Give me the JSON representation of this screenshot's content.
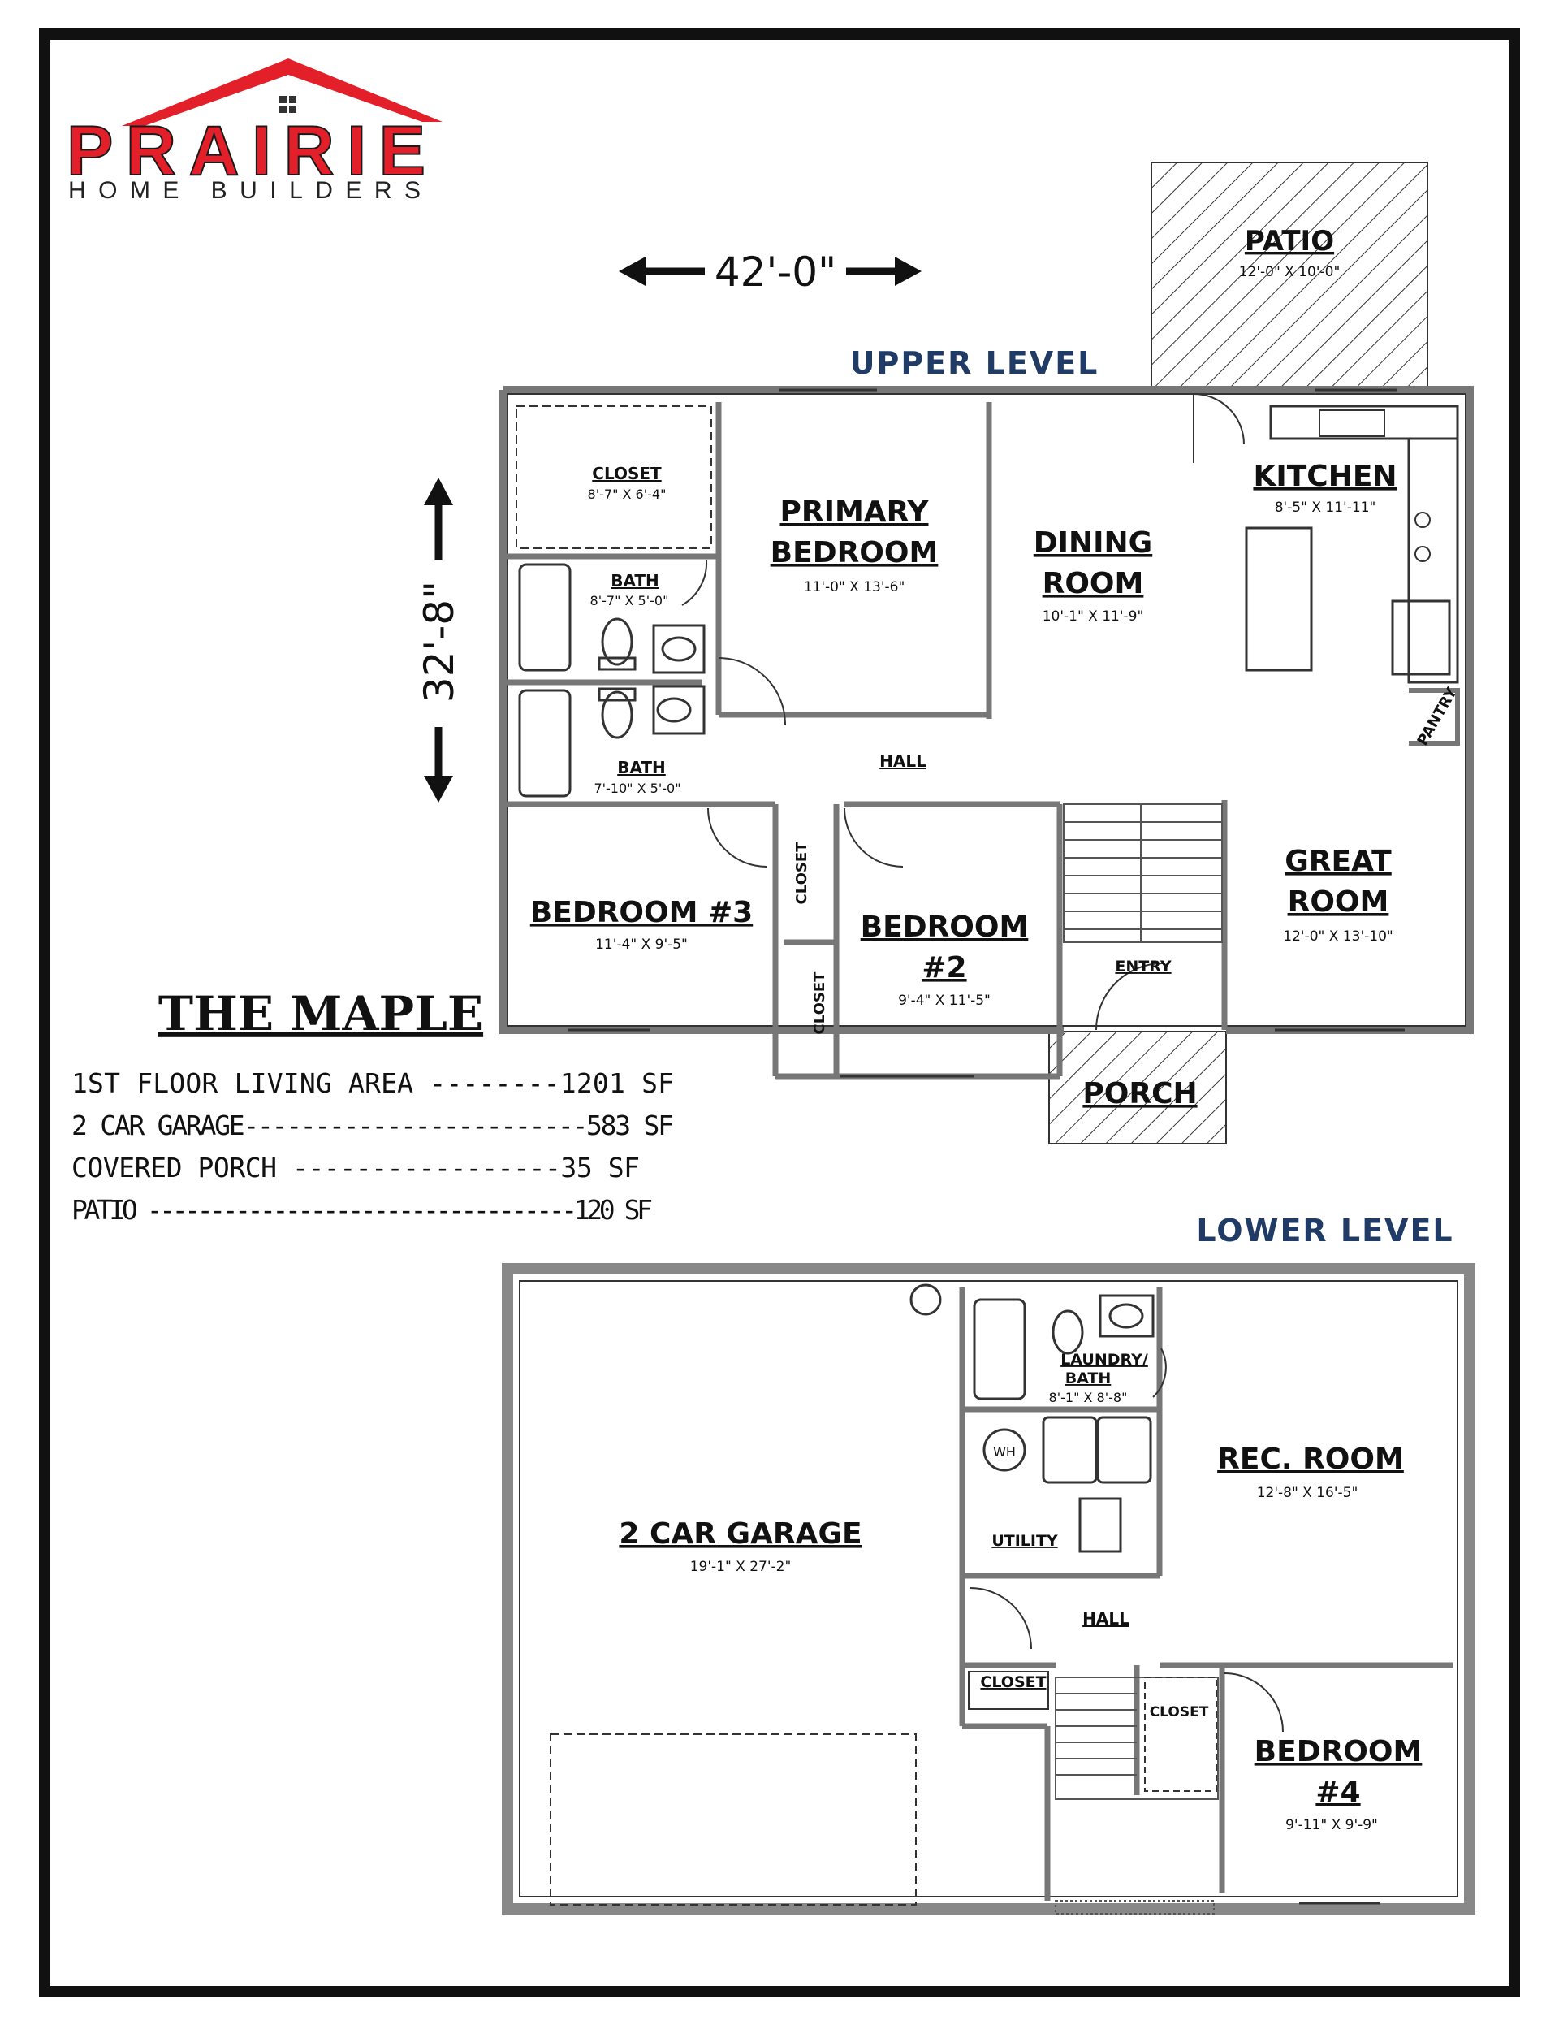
{
  "logo": {
    "brand": "PRAIRIE",
    "tagline": "HOME BUILDERS"
  },
  "plan_name": "THE MAPLE",
  "dimensions": {
    "width": "42'-0\"",
    "depth": "32'-8\""
  },
  "levels": {
    "upper": "UPPER LEVEL",
    "lower": "LOWER LEVEL"
  },
  "areas": [
    {
      "line": "1ST FLOOR LIVING AREA --------1201 SF"
    },
    {
      "line": "2 CAR GARAGE------------------------583 SF"
    },
    {
      "line": "COVERED PORCH -----------------35 SF"
    },
    {
      "line": "PATIO ----------------------------------120 SF"
    }
  ],
  "upper_rooms": {
    "patio": {
      "name": "PATIO",
      "size": "12'-0\" X 10'-0\""
    },
    "closet_primary": {
      "name": "CLOSET",
      "size": "8'-7\" X 6'-4\""
    },
    "primary_bedroom": {
      "name1": "PRIMARY",
      "name2": "BEDROOM",
      "size": "11'-0\" X 13'-6\""
    },
    "dining": {
      "name1": "DINING",
      "name2": "ROOM",
      "size": "10'-1\" X 11'-9\""
    },
    "kitchen": {
      "name": "KITCHEN",
      "size": "8'-5\" X 11'-11\""
    },
    "bath1": {
      "name": "BATH",
      "size": "8'-7\" X 5'-0\""
    },
    "bath2": {
      "name": "BATH",
      "size": "7'-10\" X 5'-0\""
    },
    "hall": {
      "name": "HALL"
    },
    "pantry": {
      "name": "PANTRY"
    },
    "bedroom3": {
      "name": "BEDROOM #3",
      "size": "11'-4\" X 9'-5\""
    },
    "closet_a": {
      "name": "CLOSET"
    },
    "closet_b": {
      "name": "CLOSET"
    },
    "bedroom2": {
      "name1": "BEDROOM",
      "name2": "#2",
      "size": "9'-4\" X 11'-5\""
    },
    "entry": {
      "name": "ENTRY"
    },
    "great_room": {
      "name1": "GREAT",
      "name2": "ROOM",
      "size": "12'-0\" X 13'-10\""
    },
    "porch": {
      "name": "PORCH"
    }
  },
  "lower_rooms": {
    "garage": {
      "name": "2 CAR GARAGE",
      "size": "19'-1\" X 27'-2\""
    },
    "laundry": {
      "name1": "LAUNDRY/",
      "name2": "BATH",
      "size": "8'-1\" X 8'-8\""
    },
    "water_heater": {
      "name": "WH"
    },
    "utility": {
      "name": "UTILITY"
    },
    "rec_room": {
      "name": "REC. ROOM",
      "size": "12'-8\" X 16'-5\""
    },
    "hall": {
      "name": "HALL"
    },
    "closet_a": {
      "name": "CLOSET"
    },
    "closet_b": {
      "name": "CLOSET"
    },
    "bedroom4": {
      "name1": "BEDROOM",
      "name2": "#4",
      "size": "9'-11\" X 9'-9\""
    }
  },
  "colors": {
    "logo_red": "#e3202a",
    "logo_dark": "#1a1a1a",
    "level_blue": "#1f3b66",
    "wall": "#888888"
  }
}
